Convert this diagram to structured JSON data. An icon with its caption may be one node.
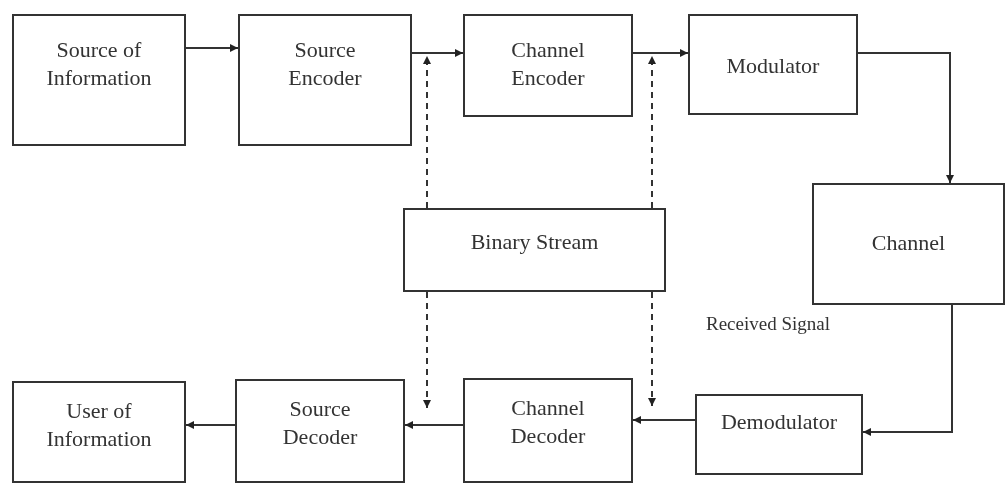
{
  "diagram": {
    "nodes": [
      {
        "text": [
          "Source of Information"
        ]
      },
      {
        "text": [
          "Source Encoder"
        ]
      },
      {
        "text": [
          "Channel Encoder"
        ]
      },
      {
        "text": [
          "Modulator"
        ]
      },
      {
        "text": [
          "Channel"
        ]
      },
      {
        "text": [
          "Binary Stream"
        ]
      },
      {
        "text": [
          "User of Information"
        ]
      },
      {
        "text": [
          "Source Decoder"
        ]
      },
      {
        "text": [
          "Channel Decoder"
        ]
      },
      {
        "text": [
          "Demodulator"
        ]
      }
    ],
    "edges": [
      {
        "from": 0,
        "to": 1,
        "arrow": "to"
      },
      {
        "from": 1,
        "to": 2,
        "arrow": "to"
      },
      {
        "from": 2,
        "to": 3,
        "arrow": "to"
      },
      {
        "from": 3,
        "to": 4,
        "arrow": "to"
      },
      {
        "from": 4,
        "to": 9,
        "arrow": "to"
      },
      {
        "from": 9,
        "to": 8,
        "arrow": "to"
      },
      {
        "from": 8,
        "to": 7,
        "arrow": "to"
      },
      {
        "from": 7,
        "to": 6,
        "arrow": "to"
      },
      {
        "from": 5,
        "to": 1,
        "arrow": "to",
        "style": "dashed"
      },
      {
        "from": 5,
        "to": 2,
        "arrow": "to",
        "style": "dashed"
      },
      {
        "from": 5,
        "to": 7,
        "arrow": "to",
        "style": "dashed"
      },
      {
        "from": 5,
        "to": 8,
        "arrow": "to",
        "style": "dashed"
      }
    ],
    "labels": [
      "Received Signal"
    ]
  }
}
